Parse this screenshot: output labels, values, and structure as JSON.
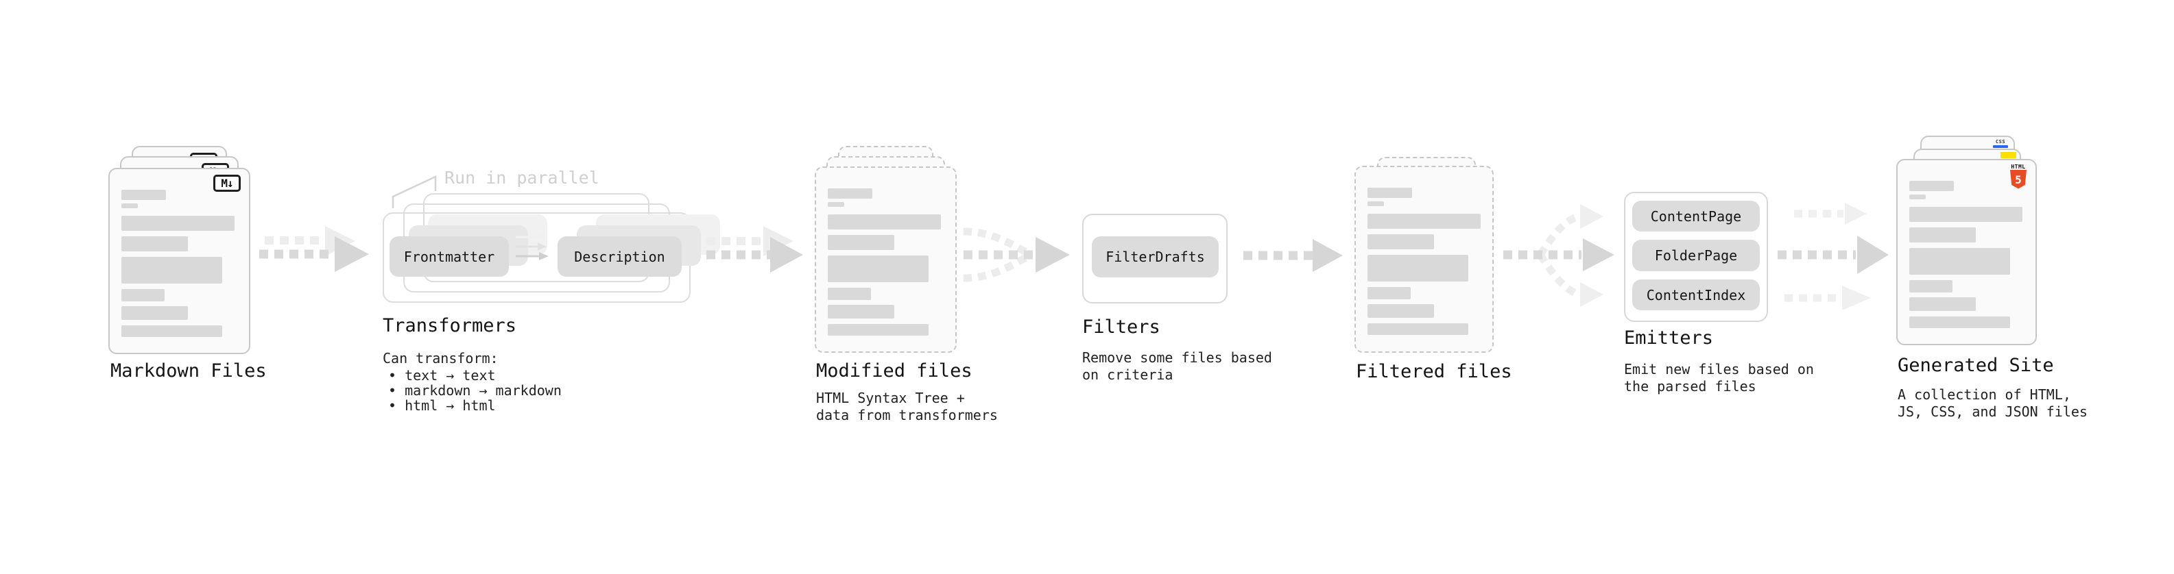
{
  "stages": {
    "markdown": {
      "label": "Markdown Files",
      "badge": "M↓"
    },
    "transformers": {
      "title": "Transformers",
      "note": "Run in parallel",
      "button_frontmatter": "Frontmatter",
      "button_description": "Description",
      "desc_heading": "Can transform:",
      "bullets": [
        "• text → text",
        "• markdown → markdown",
        "• html → html"
      ]
    },
    "modified": {
      "label": "Modified files",
      "desc_line1": "HTML Syntax Tree +",
      "desc_line2": "data from transformers"
    },
    "filters": {
      "title": "Filters",
      "button": "FilterDrafts",
      "desc_line1": "Remove some files based",
      "desc_line2": "on criteria"
    },
    "filtered": {
      "label": "Filtered files"
    },
    "emitters": {
      "title": "Emitters",
      "buttons": [
        "ContentPage",
        "FolderPage",
        "ContentIndex"
      ],
      "desc_line1": "Emit new files based on",
      "desc_line2": "the parsed files"
    },
    "generated": {
      "label": "Generated Site",
      "desc_line1": "A collection of HTML,",
      "desc_line2": "JS, CSS, and JSON files",
      "css_badge": "CSS",
      "html_badge_word": "HTML",
      "html_badge_number": "5"
    }
  },
  "colors": {
    "ink": "#161616",
    "card_border": "#c7c7c7",
    "placeholder_bar": "#d9d9d9",
    "node_fill": "#dcdcdc",
    "arrow": "#d9d9d9",
    "arrow_ghost": "#ededed",
    "note_gray": "#cfcfcf",
    "css_blue": "#2d66f2",
    "js_yellow": "#ffdf00",
    "html_orange": "#e84c24"
  }
}
